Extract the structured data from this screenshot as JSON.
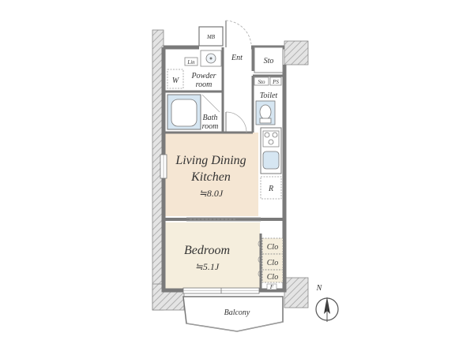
{
  "floor_plan": {
    "rooms": {
      "ldk": {
        "line1": "Living Dining",
        "line2": "Kitchen",
        "area": "≒8.0J"
      },
      "bedroom": {
        "name": "Bedroom",
        "area": "≒5.1J"
      },
      "powder": {
        "line1": "Powder",
        "line2": "room"
      },
      "bath": {
        "line1": "Bath",
        "line2": "room"
      },
      "toilet": "Toilet",
      "entrance": "Ent",
      "balcony": "Balcony"
    },
    "fixtures": {
      "mb": "MB",
      "lin": "Lin",
      "washer": "W",
      "sto_entrance": "Sto",
      "sto_toilet": "Sto",
      "ps": "PS",
      "fridge": "R",
      "closets": [
        "Clo",
        "Clo",
        "Clo"
      ],
      "f_mark": "F"
    },
    "compass": "N",
    "colors": {
      "wall": "#8c8c8c",
      "wall_dark": "#6e6e6e",
      "ldk_floor": "#f5e6d3",
      "bedroom_floor": "#f5eedd",
      "wet_floor": "#ffffff",
      "bath_fill": "#d6e6f2",
      "hatch": "#c8c8c8",
      "text": "#333333"
    }
  }
}
